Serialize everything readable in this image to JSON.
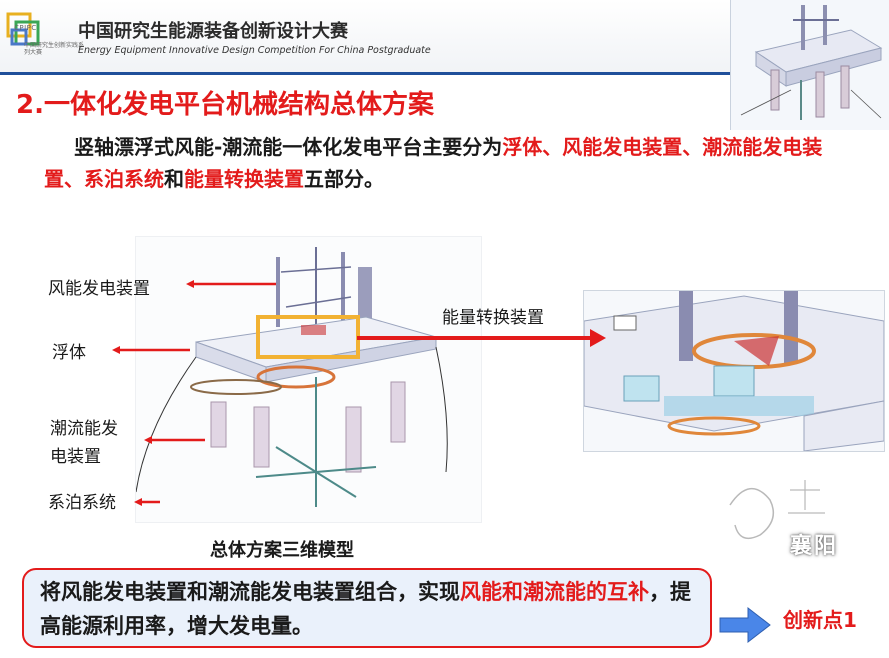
{
  "header": {
    "logo_text": "CPIPC",
    "logo_sub": "中国研究生创新实践系列大赛",
    "competition_cn": "中国研究生能源装备创新设计大赛",
    "competition_en": "Energy Equipment Innovative Design Competition For China Postgraduate"
  },
  "section": {
    "title": "2.一体化发电平台机械结构总体方案",
    "intro_pre": "竖轴漂浮式风能-潮流能一体化发电平台主要分为",
    "intro_red1": "浮体、风能发电装置、潮流能发电装置、系泊系统",
    "intro_mid": "和",
    "intro_red2": "能量转换装置",
    "intro_post": "五部分。"
  },
  "labels": {
    "wind": "风能发电装置",
    "float": "浮体",
    "tidal_line1": "潮流能发",
    "tidal_line2": "电装置",
    "mooring": "系泊系统",
    "energy_conv": "能量转换装置"
  },
  "caption": "总体方案三维模型",
  "callout": {
    "pre": "将风能发电装置和潮流能发电装置组合，实现",
    "red": "风能和潮流能的互补",
    "post": "，提高能源利用率，增大发电量。"
  },
  "innovation": "创新点1",
  "watermark": "襄阳",
  "colors": {
    "accent_red": "#e31b1b",
    "navy": "#1f4f9a",
    "callout_bg": "#eaf1fb",
    "arrow_blue": "#4a86e8",
    "highlight_yellow": "#f2b233"
  }
}
